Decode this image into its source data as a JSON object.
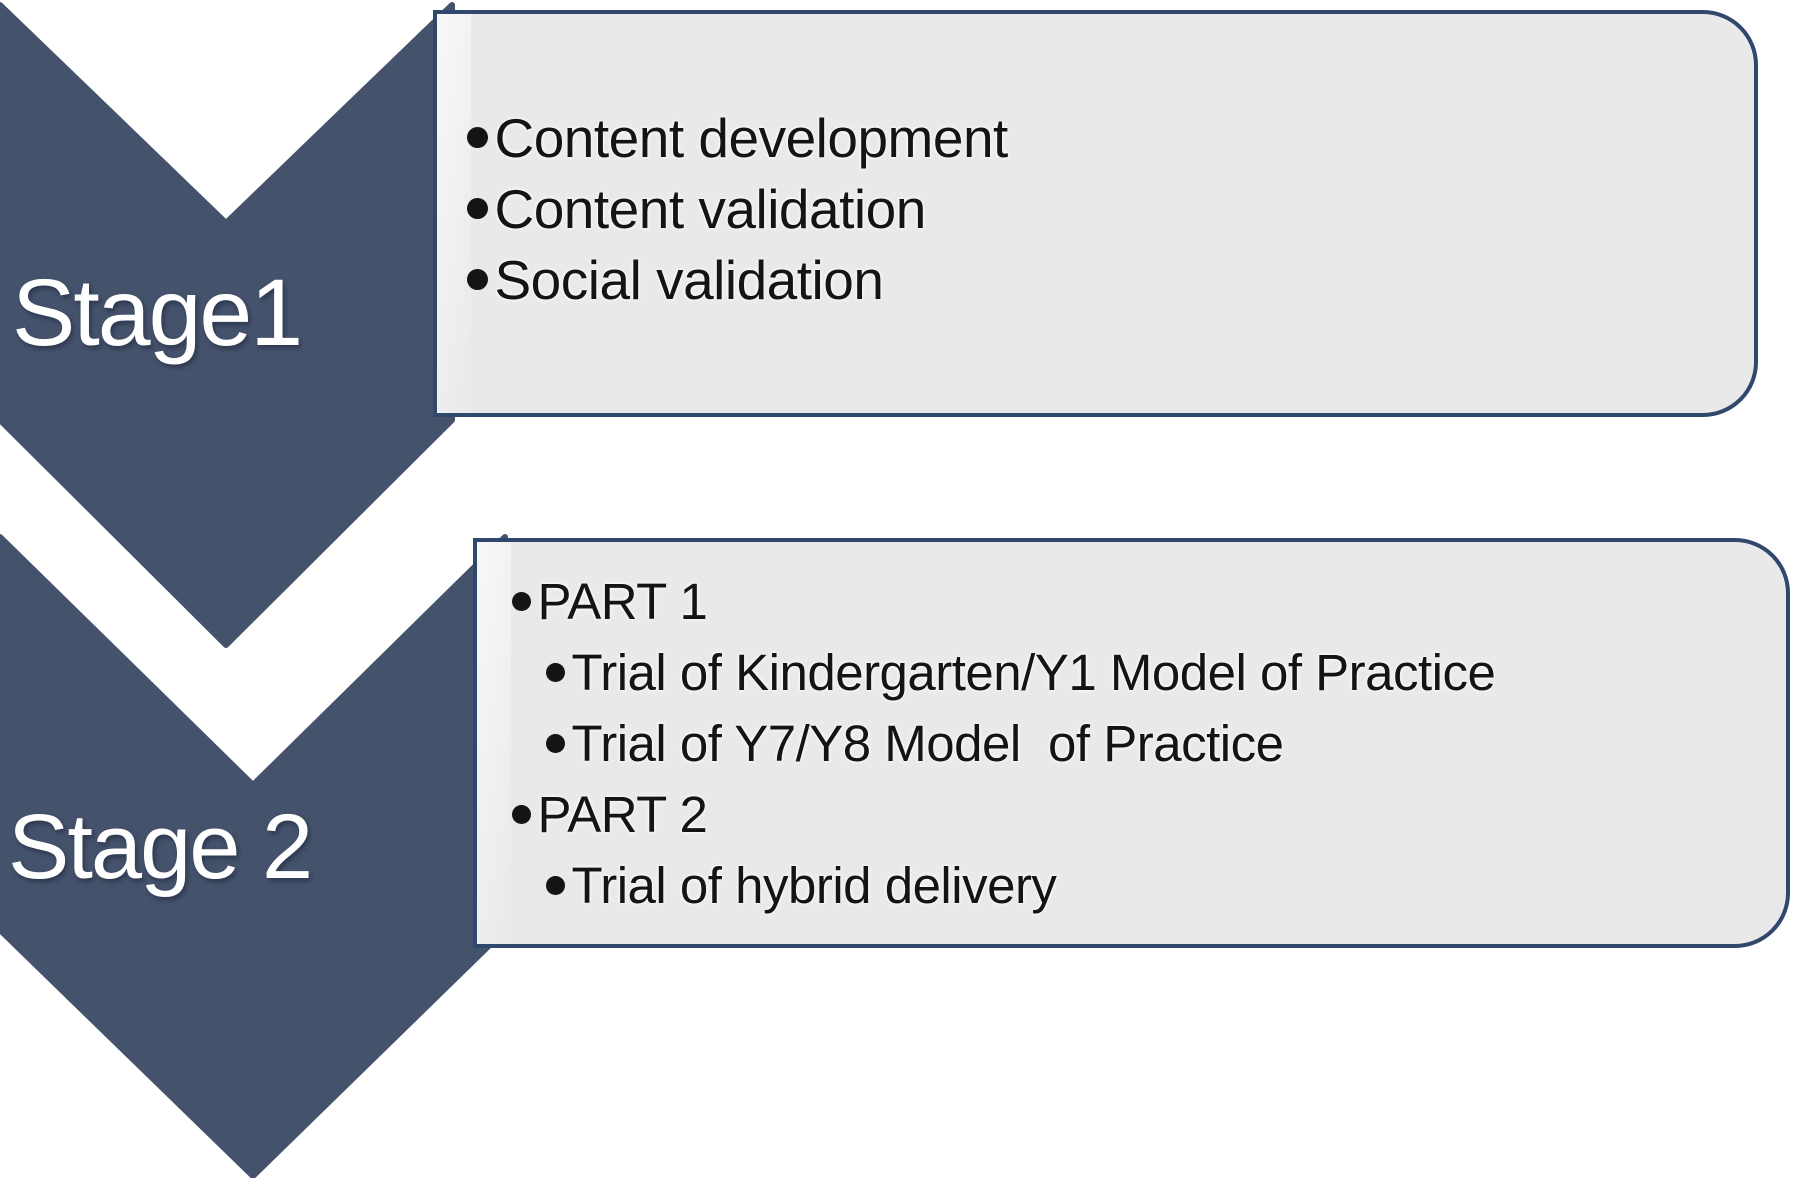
{
  "figure": {
    "type": "stage-flow-diagram",
    "stage_count": 2
  },
  "colors": {
    "chevron": "#45526b",
    "panel_fill": "#e9e9e9",
    "panel_border": "#30486b",
    "text": "#141414",
    "label_text": "#ffffff"
  },
  "icons": {
    "bullet_icon": "filled-circle",
    "chevron_icon": "down-arrow-chevron"
  },
  "stage1": {
    "label": "Stage1",
    "panel": {
      "items": [
        {
          "level": 1,
          "text": "Content development"
        },
        {
          "level": 1,
          "text": "Content validation"
        },
        {
          "level": 1,
          "text": "Social validation"
        }
      ]
    }
  },
  "stage2": {
    "label": "Stage 2",
    "panel": {
      "items": [
        {
          "level": 1,
          "text": "PART 1"
        },
        {
          "level": 2,
          "text": "Trial of Kindergarten/Y1 Model of Practice"
        },
        {
          "level": 2,
          "text": "Trial of Y7/Y8 Model  of Practice"
        },
        {
          "level": 1,
          "text": "PART 2"
        },
        {
          "level": 2,
          "text": "Trial of hybrid delivery"
        }
      ]
    }
  }
}
